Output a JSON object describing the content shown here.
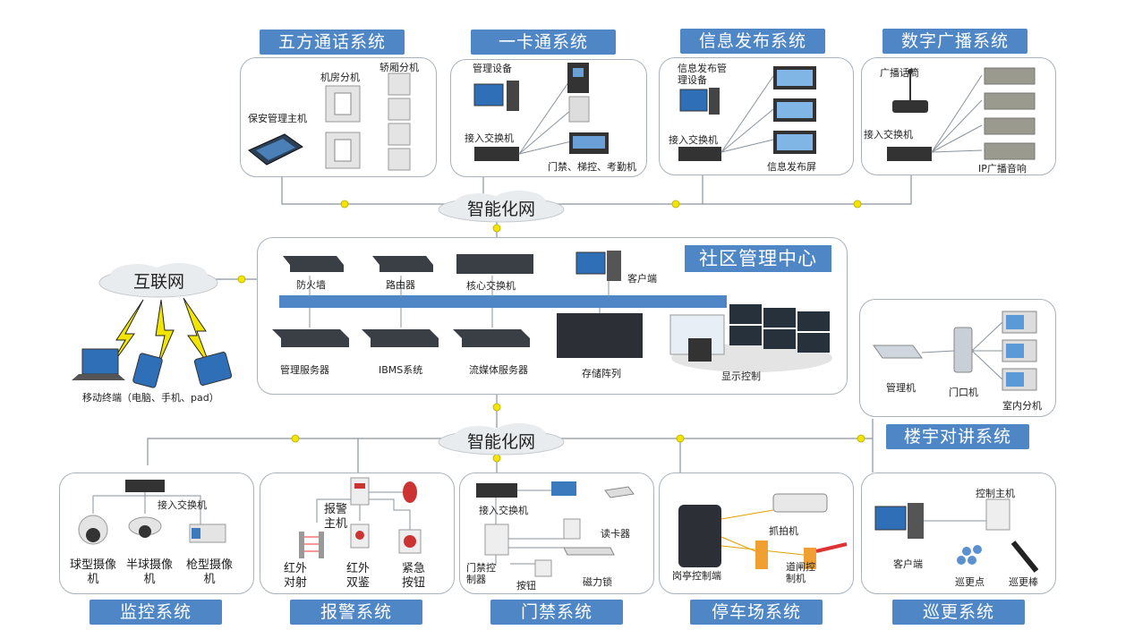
{
  "clouds": {
    "top": "智能化网",
    "bottom": "智能化网",
    "internet": "互联网"
  },
  "center": {
    "title": "社区管理中心",
    "firewall": "防火墙",
    "router": "路由器",
    "core_switch": "核心交换机",
    "client": "客户端",
    "mgmt_server": "管理服务器",
    "ibms": "IBMS系统",
    "media_server": "流媒体服务器",
    "storage": "存储阵列",
    "display": "显示控制"
  },
  "mobile": {
    "label": "移动终端（电脑、手机、pad）"
  },
  "five_way": {
    "title": "五方通话系统",
    "machine_room": "机房分机",
    "car_unit": "轿厢分机",
    "security_host": "保安管理主机"
  },
  "card": {
    "title": "一卡通系统",
    "mgmt_device": "管理设备",
    "switch": "接入交换机",
    "terminals": "门禁、梯控、考勤机"
  },
  "info": {
    "title": "信息发布系统",
    "mgmt_device": "信息发布管理设备",
    "switch": "接入交换机",
    "screen": "信息发布屏"
  },
  "broadcast": {
    "title": "数字广播系统",
    "mic": "广播话筒",
    "switch": "接入交换机",
    "speaker": "IP广播音响"
  },
  "intercom": {
    "title": "楼宇对讲系统",
    "mgmt": "管理机",
    "door": "门口机",
    "indoor": "室内分机"
  },
  "monitor": {
    "title": "监控系统",
    "switch": "接入交换机",
    "dome": "球型摄像机",
    "half_dome": "半球摄像机",
    "gun": "枪型摄像机"
  },
  "alarm": {
    "title": "报警系统",
    "host": "报警主机",
    "ir_beam": "红外对射",
    "ir_dual": "红外双鉴",
    "emergency": "紧急按钮"
  },
  "access": {
    "title": "门禁系统",
    "switch": "接入交换机",
    "reader": "读卡器",
    "controller": "门禁控制器",
    "button": "按钮",
    "lock": "磁力锁"
  },
  "parking": {
    "title": "停车场系统",
    "capture": "抓拍机",
    "booth": "岗亭控制端",
    "gate": "道闸控制机"
  },
  "patrol": {
    "title": "巡更系统",
    "host": "控制主机",
    "client": "客户端",
    "point": "巡更点",
    "stick": "巡更棒"
  },
  "colors": {
    "accent": "#4f86c6",
    "cable": "#8a939c",
    "bolt": "#f2e600",
    "panel_border": "#aab2bb"
  }
}
